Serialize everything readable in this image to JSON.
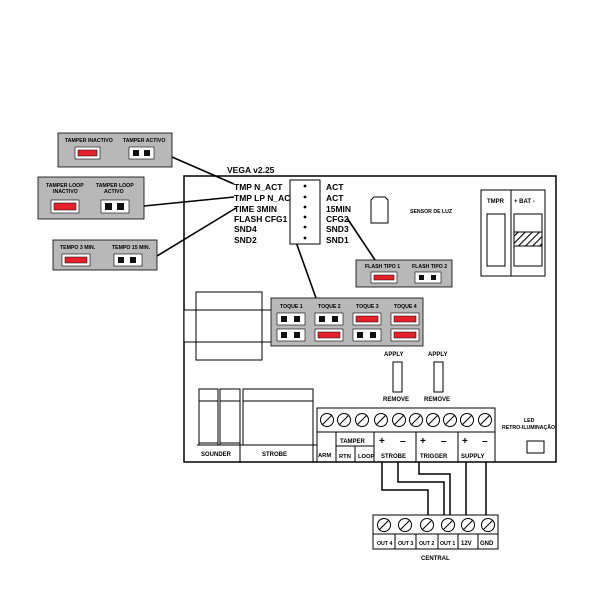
{
  "board": {
    "version": "VEGA v2.25",
    "left_labels": [
      "TMP N_ACT",
      "TMP LP N_ACT",
      "TIME 3MIN",
      "FLASH CFG1",
      "SND4",
      "SND2"
    ],
    "right_labels": [
      "ACT",
      "ACT",
      "15MIN",
      "CFG2",
      "SND3",
      "SND1"
    ],
    "sensor": "SENSOR DE LUZ",
    "tmpr": "TMPR",
    "bat": "+ BAT -",
    "apply_1": "APPLY",
    "remove_1": "REMOVE",
    "apply_2": "APPLY",
    "remove_2": "REMOVE",
    "sounder": "SOUNDER",
    "strobe_out": "STROBE",
    "arm": "ARM",
    "tamper": "TAMPER",
    "rtn": "RTN",
    "loop": "LOOP",
    "strobe_in": "STROBE",
    "trigger": "TRIGGER",
    "supply": "SUPPLY",
    "plus": "+",
    "minus": "–",
    "led": "LED",
    "led_sub": "RETRO-ILUMINAÇÃO"
  },
  "legends": {
    "tamper_inactivo": "TAMPER INACTIVO",
    "tamper_activo": "TAMPER ACTIVO",
    "loop_inactivo_1": "TAMPER LOOP",
    "loop_inactivo_2": "INACTIVO",
    "loop_activo_1": "TAMPER LOOP",
    "loop_activo_2": "ACTIVO",
    "tempo3": "TEMPO 3 MIN.",
    "tempo15": "TEMPO 15 MIN.",
    "flash1": "FLASH TIPO 1",
    "flash2": "FLASH TIPO 2",
    "toque1": "TOQUE 1",
    "toque2": "TOQUE 2",
    "toque3": "TOQUE 3",
    "toque4": "TOQUE 4"
  },
  "central": {
    "title": "CENTRAL",
    "out4": "OUT 4",
    "out3": "OUT 3",
    "out2": "OUT 2",
    "out1": "OUT 1",
    "v12": "12V",
    "gnd": "GND"
  },
  "colors": {
    "jumper_red": "#e8202a",
    "legend_gray": "#b8b8b8",
    "pin_black": "#111111"
  }
}
